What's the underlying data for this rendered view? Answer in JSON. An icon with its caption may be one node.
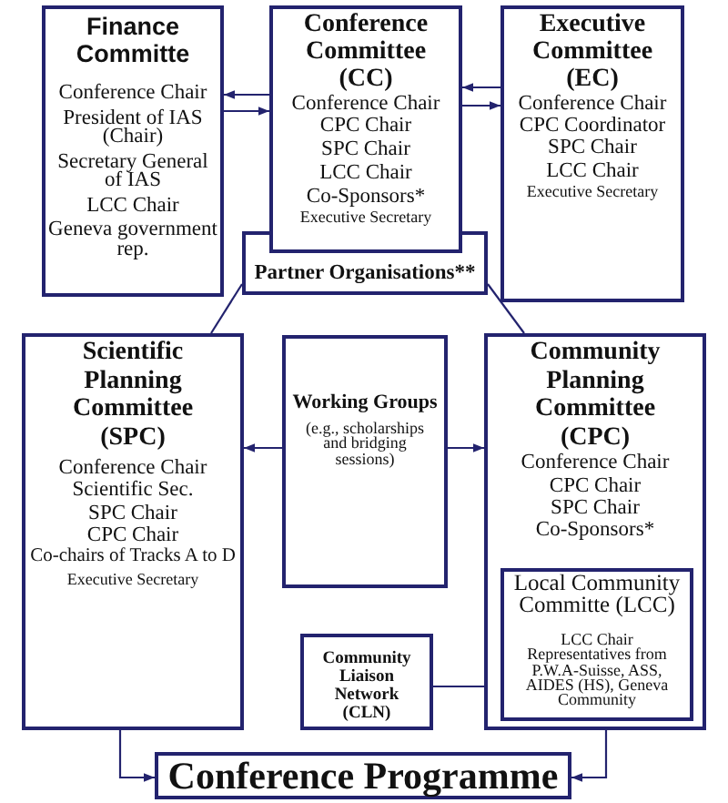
{
  "diagram": {
    "nodes": [
      {
        "text": [
          "Finance Committe",
          "Conference Chair",
          "President of IAS (Chair)",
          "Secretary General of IAS",
          "LCC Chair",
          "Geneva government rep."
        ]
      },
      {
        "text": [
          "Conference Committee (CC)",
          "Conference Chair",
          "CPC Chair",
          "SPC Chair",
          "LCC Chair",
          "Co-Sponsors*",
          "Executive Secretary"
        ]
      },
      {
        "text": [
          "Executive Committee (EC)",
          "Conference Chair",
          "CPC Coordinator",
          "SPC Chair",
          "LCC Chair",
          "Executive Secretary"
        ]
      },
      {
        "text": [
          "Partner Organisations**"
        ]
      },
      {
        "text": [
          "Scientific Planning Committee (SPC)",
          "Conference Chair",
          "Scientific Sec.",
          "SPC Chair",
          "CPC Chair",
          "Co-chairs of Tracks A to D",
          "Executive Secretary"
        ]
      },
      {
        "text": [
          "Working Groups",
          "(e.g., scholarships and bridging sessions)"
        ]
      },
      {
        "text": [
          "Community Planning Committee (CPC)",
          "Conference Chair",
          "CPC Chair",
          "SPC Chair",
          "Co-Sponsors*"
        ]
      },
      {
        "text": [
          "Local Community Committe (LCC)",
          "LCC Chair",
          "Representatives from P.W.A-Suisse, ASS, AIDES (HS), Geneva Community"
        ],
        "in": 6
      },
      {
        "text": [
          "Community Liaison Network (CLN)"
        ]
      },
      {
        "text": [
          "Conference Programme"
        ]
      }
    ],
    "edges": [
      {
        "from": 1,
        "to": 0,
        "arrow": "to"
      },
      {
        "from": 0,
        "to": 1,
        "arrow": "to"
      },
      {
        "from": 2,
        "to": 1,
        "arrow": "to"
      },
      {
        "from": 1,
        "to": 2,
        "arrow": "to"
      },
      {
        "from": 3,
        "to": 4,
        "arrow": "none"
      },
      {
        "from": 3,
        "to": 6,
        "arrow": "none"
      },
      {
        "from": 5,
        "to": 4,
        "arrow": "to"
      },
      {
        "from": 5,
        "to": 6,
        "arrow": "to"
      },
      {
        "from": 8,
        "to": 6,
        "arrow": "none"
      },
      {
        "from": 4,
        "to": 9,
        "arrow": "to"
      },
      {
        "from": 6,
        "to": 9,
        "arrow": "to"
      }
    ]
  }
}
